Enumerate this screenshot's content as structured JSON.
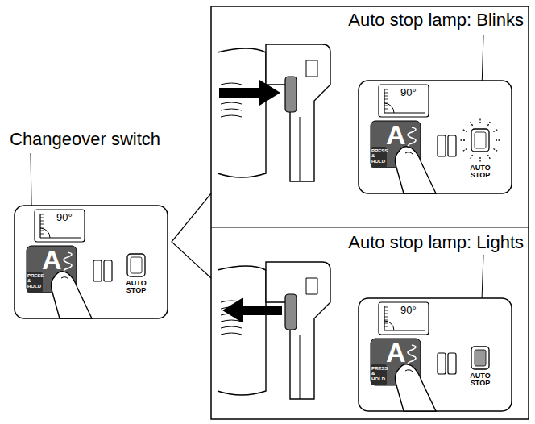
{
  "diagram": {
    "labels": [
      "Changeover switch",
      "Auto stop lamp: Blinks",
      "Auto stop lamp: Lights",
      "90°",
      "A",
      "PRESS & HOLD",
      "AUTO STOP",
      "90°",
      "A",
      "PRESS & HOLD",
      "AUTO STOP",
      "90°",
      "A",
      "PRESS & HOLD",
      "AUTO STOP"
    ]
  }
}
